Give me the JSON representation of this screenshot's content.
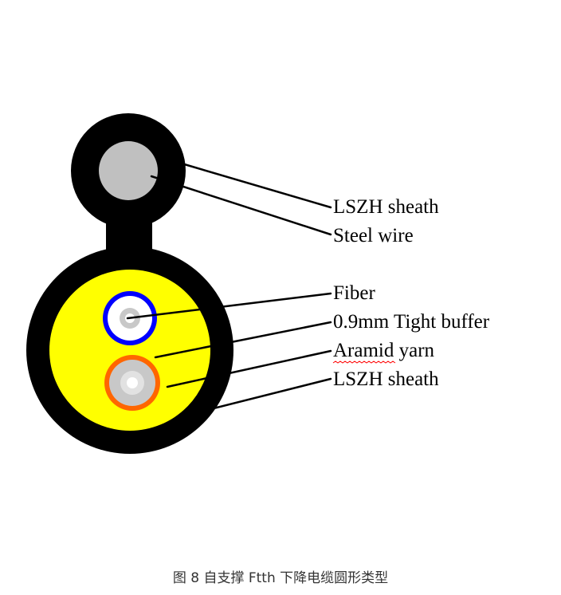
{
  "labels": {
    "messenger_sheath": "LSZH sheath",
    "steel_wire": "Steel wire",
    "fiber": "Fiber",
    "tight_buffer": "0.9mm Tight buffer",
    "aramid_yarn": "Aramid yarn",
    "outer_sheath": "LSZH sheath"
  },
  "caption": "图 8 自支撑 Ftth 下降电缆圆形类型",
  "colors": {
    "sheath": "#000000",
    "steel_wire": "#c0c0c0",
    "aramid_yarn": "#ffff00",
    "tight_buffer_1": "#0000ff",
    "tight_buffer_2": "#ff6600",
    "fiber_core": "#c8c8c8",
    "spellcheck_underline": "#ff0000"
  }
}
